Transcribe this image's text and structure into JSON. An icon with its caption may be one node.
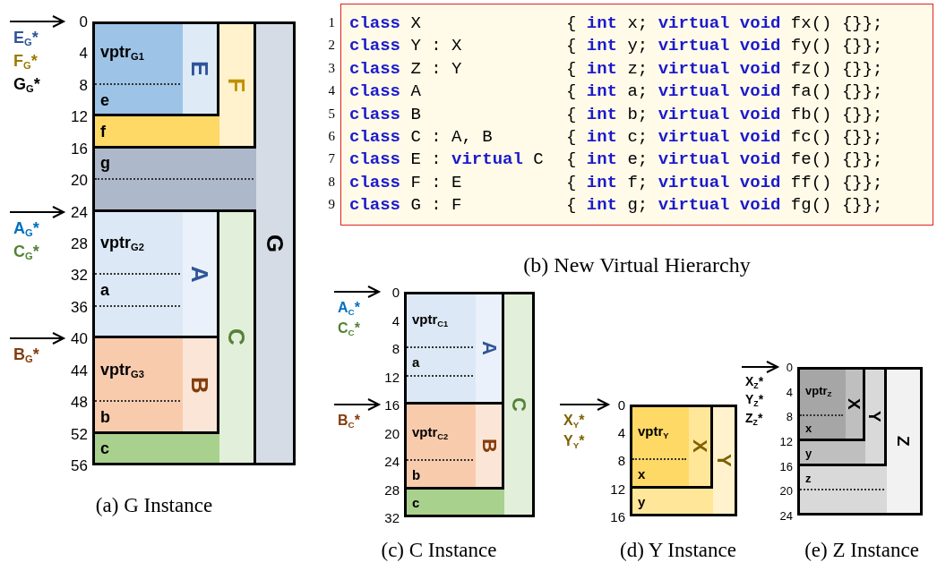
{
  "diagram": {
    "nodes": [
      {
        "text": [
          "G"
        ]
      },
      {
        "text": [
          "F"
        ],
        "in": 0
      },
      {
        "text": [
          "E"
        ],
        "in": 1
      },
      {
        "text": [
          "vptr$_{G1}$"
        ],
        "in": 2
      },
      {
        "text": [
          "e"
        ],
        "in": 2
      },
      {
        "text": [
          "f"
        ],
        "in": 1
      },
      {
        "text": [
          "g"
        ],
        "in": 0
      },
      {
        "text": [
          "C"
        ],
        "in": 0
      },
      {
        "text": [
          "A"
        ],
        "in": 7
      },
      {
        "text": [
          "vptr$_{G2}$"
        ],
        "in": 8
      },
      {
        "text": [
          "a"
        ],
        "in": 8
      },
      {
        "text": [
          "B"
        ],
        "in": 7
      },
      {
        "text": [
          "vptr$_{G3}$"
        ],
        "in": 11
      },
      {
        "text": [
          "b"
        ],
        "in": 11
      },
      {
        "text": [
          "c"
        ],
        "in": 7
      },
      {
        "text": [
          "**class** X",
          "{ **int** x; **virtual void** fx() {}};",
          "**class** Y : X",
          "{ **int** y; **virtual void** fy() {}};",
          "**class** Z : Y",
          "{ **int** z; **virtual void** fz() {}};",
          "**class** A",
          "{ **int** a; **virtual void** fa() {}};",
          "**class** B",
          "{ **int** b; **virtual void** fb() {}};",
          "**class** C : A, B",
          "{ **int** c; **virtual void** fc() {}};",
          "**class** E : **virtual** C",
          "{ **int** e; **virtual void** fe() {}};",
          "**class** F : E",
          "{ **int** f; **virtual void** ff() {}};",
          "**class** G : F",
          "{ **int** g; **virtual void** fg() {}};"
        ]
      },
      {
        "text": [
          "C"
        ]
      },
      {
        "text": [
          "A"
        ],
        "in": 16
      },
      {
        "text": [
          "vptr$_{C1}$"
        ],
        "in": 17
      },
      {
        "text": [
          "a"
        ],
        "in": 17
      },
      {
        "text": [
          "B"
        ],
        "in": 16
      },
      {
        "text": [
          "vptr$_{C2}$"
        ],
        "in": 20
      },
      {
        "text": [
          "b"
        ],
        "in": 20
      },
      {
        "text": [
          "c"
        ],
        "in": 16
      },
      {
        "text": [
          "Y"
        ]
      },
      {
        "text": [
          "X"
        ],
        "in": 24
      },
      {
        "text": [
          "vptr$_{Y}$"
        ],
        "in": 25
      },
      {
        "text": [
          "x"
        ],
        "in": 25
      },
      {
        "text": [
          "y"
        ],
        "in": 24
      },
      {
        "text": [
          "Z"
        ]
      },
      {
        "text": [
          "Y"
        ],
        "in": 29
      },
      {
        "text": [
          "X"
        ],
        "in": 30
      },
      {
        "text": [
          "vptr$_{Z}$"
        ],
        "in": 31
      },
      {
        "text": [
          "x"
        ],
        "in": 31
      },
      {
        "text": [
          "y"
        ],
        "in": 30
      },
      {
        "text": [
          "z"
        ],
        "in": 29
      }
    ],
    "labels": [
      "0",
      "4",
      "8",
      "12",
      "16",
      "20",
      "24",
      "28",
      "32",
      "36",
      "40",
      "44",
      "48",
      "52",
      "56",
      "E$_{G}$*",
      "F$_{G}$*",
      "G$_{G}$*",
      "A$_{G}$*",
      "C$_{G}$*",
      "B$_{G}$*",
      "(a) G Instance",
      "1",
      "2",
      "3",
      "4",
      "5",
      "6",
      "7",
      "8",
      "9",
      "(b) New Virtual Hierarchy",
      "0",
      "4",
      "8",
      "12",
      "16",
      "20",
      "24",
      "28",
      "32",
      "A$_{C}$*",
      "C$_{C}$*",
      "B$_{C}$*",
      "(c) C Instance",
      "0",
      "4",
      "8",
      "12",
      "16",
      "X$_{Y}$*",
      "Y$_{Y}$*",
      "(d) Y Instance",
      "0",
      "4",
      "8",
      "12",
      "16",
      "20",
      "24",
      "X$_{Z}$*",
      "Y$_{Z}$*",
      "Z$_{Z}$*",
      "(e) Z Instance"
    ]
  }
}
